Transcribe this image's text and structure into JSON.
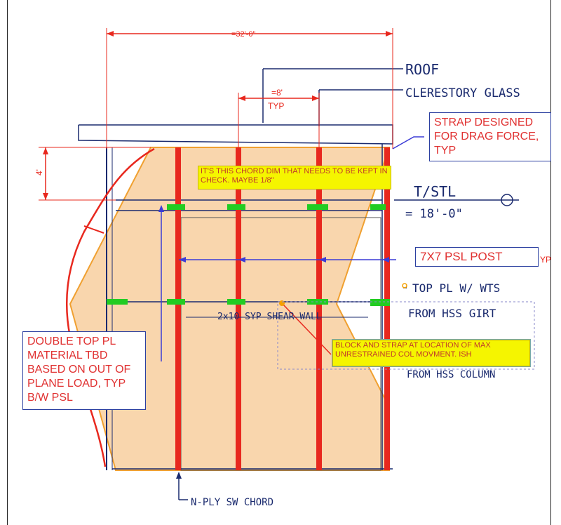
{
  "dims": {
    "overall": "=32'-0\"",
    "spacing": "=8'",
    "spacing_sub": "TYP",
    "height": "4'"
  },
  "handwritten": {
    "roof": "ROOF",
    "clerestory": "CLERESTORY GLASS",
    "tsl": "T/STL",
    "tsl_elev": "= 18'-0\"",
    "top_pl": "TOP PL W/ WTS",
    "from_hss_girt": "FROM HSS GIRT",
    "from_hss_column": "FROM HSS COLUMN",
    "shear_wall": "2x10 SYP SHEAR WALL",
    "n_ply": "N-PLY SW CHORD",
    "post_tag": "YP"
  },
  "notes": {
    "strap_drag": "STRAP DESIGNED FOR DRAG FORCE, TYP",
    "chord_dim": "IT'S THIS CHORD DIM THAT NEEDS TO BE KEPT IN CHECK.  MAYBE 1/8\"",
    "psl_post": "7X7 PSL POST",
    "double_top_pl": "DOUBLE TOP PL MATERIAL TBD BASED ON OUT OF PLANE LOAD, TYP B/W PSL",
    "block_strap": "BLOCK AND STRAP AT LOCATION OF MAX UNRESTRAINED COL MOVMENT. ISH"
  },
  "colors": {
    "fill": "#f8cf9f",
    "outline": "#f0a030",
    "post": "#e8281e",
    "block": "#22cc22",
    "ink": "#1a2a6e",
    "note_border": "#2b3fa0",
    "note_text": "#e03131"
  }
}
